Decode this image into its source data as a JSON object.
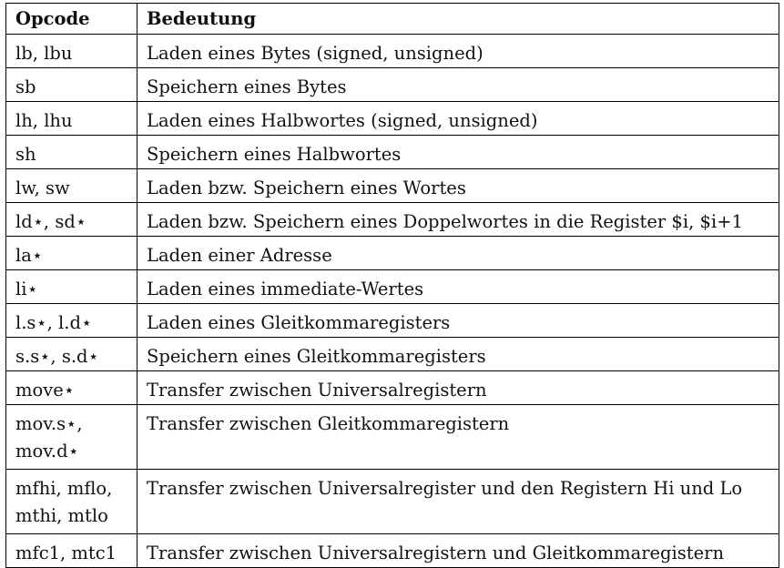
{
  "table": {
    "headers": {
      "opcode": "Opcode",
      "meaning": "Bedeutung"
    },
    "rows": [
      {
        "opcode": "lb, lbu",
        "meaning": "Laden eines Bytes (signed, unsigned)"
      },
      {
        "opcode": "sb",
        "meaning": "Speichern eines Bytes"
      },
      {
        "opcode": "lh, lhu",
        "meaning": "Laden eines Halbwortes (signed, unsigned)"
      },
      {
        "opcode": "sh",
        "meaning": "Speichern eines Halbwortes"
      },
      {
        "opcode": "lw, sw",
        "meaning": "Laden bzw. Speichern eines Wortes"
      },
      {
        "opcode": "ld⋆, sd⋆",
        "meaning": "Laden bzw. Speichern eines Doppelwortes in die Register $i, $i+1"
      },
      {
        "opcode": "la⋆",
        "meaning": "Laden einer Adresse"
      },
      {
        "opcode": "li⋆",
        "meaning": "Laden eines immediate-Wertes"
      },
      {
        "opcode": "l.s⋆, l.d⋆",
        "meaning": "Laden eines Gleitkommaregisters"
      },
      {
        "opcode": "s.s⋆, s.d⋆",
        "meaning": "Speichern eines Gleitkommaregisters"
      },
      {
        "opcode": "move⋆",
        "meaning": "Transfer zwischen Universalregistern"
      },
      {
        "opcode": "mov.s⋆,\nmov.d⋆",
        "meaning": "Transfer zwischen Gleitkommaregistern"
      },
      {
        "opcode": "mfhi, mflo,\nmthi, mtlo",
        "meaning": "Transfer zwischen Universalregister und den Registern Hi und Lo"
      },
      {
        "opcode": "mfc1, mtc1",
        "meaning": "Transfer zwischen Universalregistern und Gleitkommaregistern"
      }
    ]
  }
}
